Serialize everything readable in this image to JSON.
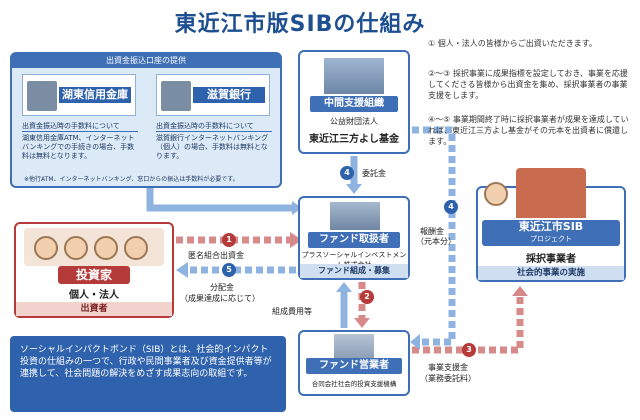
{
  "title": "東近江市版SIBの仕組み",
  "bank_panel": {
    "header": "出資金振込口座の提供",
    "banks": [
      {
        "name": "湖東信用金庫",
        "sub": "出資金振込時の手数料について",
        "desc": "湖東信用金庫ATM、インターネットバンキングでの手続きの場合、手数料は無料となります。"
      },
      {
        "name": "滋賀銀行",
        "sub": "出資金振込時の手数料について",
        "desc": "滋賀銀行インターネットバンキング（個人）の場合、手数料は無料となります。"
      }
    ],
    "footnote": "※他行ATM、インターネットバンキング、窓口からの振込は手数料が必要です。"
  },
  "notes": [
    "① 個人・法人の皆様からご出資いただきます。",
    "②～③ 採択事業に成果指標を設定しておき、事業を応援してくださる皆様から出資金を集め、採択事業者の事業支援をします。",
    "④～⑤ 事業期間終了時に採択事業者が成果を達成していれば、東近江三方よし基金がその元本を出資者に償還します。"
  ],
  "intermediary": {
    "label": "中間支援組織",
    "org_type": "公益財団法人",
    "name": "東近江三方よし基金"
  },
  "fund_manager": {
    "label": "ファンド取扱者",
    "org": "プラスソーシャルインベストメント株式会社",
    "footer": "ファンド組成・募集"
  },
  "fund_operator": {
    "label": "ファンド営業者",
    "org": "合同会社社会的投資支援機構"
  },
  "investor": {
    "label": "投資家",
    "name": "個人・法人",
    "footer": "出資者"
  },
  "enterprise": {
    "label": "東近江市SIB",
    "label_sub": "プロジェクト",
    "name": "採択事業者",
    "footer": "社会的事業の実施"
  },
  "sib_description": "ソーシャルインパクトボンド（SIB）とは、社会的インパクト投資の仕組みの一つで、行政や民間事業者及び資金提供者等が連携して、社会問題の解決をめざす成果志向の取組です。",
  "flows": {
    "f1": {
      "num": "1",
      "label": "匿名組合出資金"
    },
    "f2": {
      "num": "2",
      "label": "組成費用等"
    },
    "f3": {
      "num": "3",
      "label": "事業支援金",
      "label2": "（業務委託料）"
    },
    "f4a": {
      "num": "4",
      "label": "委託金"
    },
    "f4b": {
      "num": "4",
      "label": "報酬金",
      "label2": "（元本分）"
    },
    "f5": {
      "num": "5",
      "label": "分配金",
      "label2": "（成果達成に応じて）"
    }
  },
  "colors": {
    "blue": "#2f62ad",
    "red": "#b53a3a",
    "light_blue": "#dce9f6"
  }
}
